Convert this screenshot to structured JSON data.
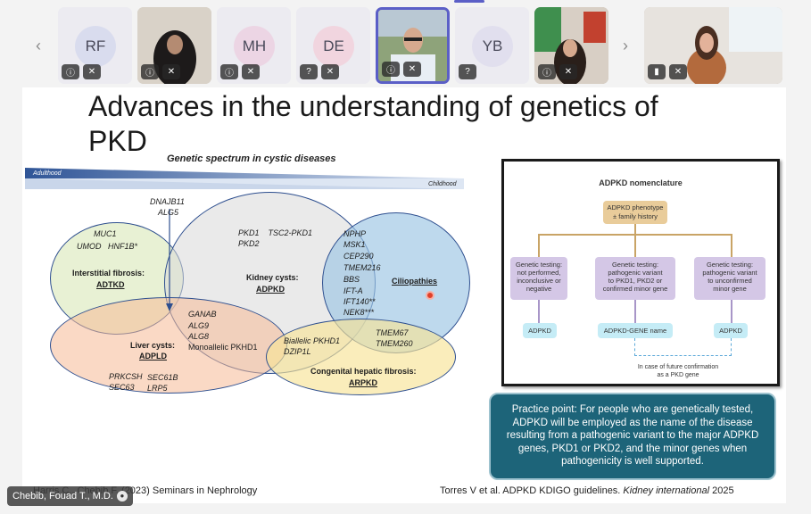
{
  "participants": [
    {
      "initials": "RF",
      "circle_color": "#d9dcee"
    },
    {
      "initials": "",
      "circle_color": ""
    },
    {
      "initials": "MH",
      "circle_color": "#ecd5e4"
    },
    {
      "initials": "DE",
      "circle_color": "#f1d5df"
    },
    {
      "initials": "",
      "circle_color": ""
    },
    {
      "initials": "YB",
      "circle_color": "#e1dfee"
    },
    {
      "initials": "",
      "circle_color": ""
    },
    {
      "initials": "",
      "circle_color": ""
    }
  ],
  "slide": {
    "title": "Advances in the understanding of genetics of PKD",
    "diagram": {
      "title": "Genetic spectrum in cystic diseases",
      "adulthood": "Adulthood",
      "childhood": "Childhood",
      "dnajb11": "DNAJB11",
      "alg5": "ALG5",
      "muc1": "MUC1",
      "umod_hnf": "UMOD   HNF1B*",
      "interstitial": "Interstitial fibrosis:",
      "adtkd": "ADTKD",
      "pkd1": "PKD1    TSC2-PKD1",
      "pkd2": "PKD2",
      "kidney_cysts": "Kidney cysts:",
      "adpkd": "ADPKD",
      "cilio_genes": [
        "NPHP",
        "MSK1",
        "CEP290",
        "TMEM216",
        "BBS",
        "IFT-A",
        "IFT140**",
        "NEK8***"
      ],
      "ciliopathies": "Ciliopathies",
      "ganab": "GANAB",
      "alg9": "ALG9",
      "alg8": "ALG8",
      "mono": "Monoallelic PKHD1",
      "liver_cysts": "Liver cysts:",
      "adpld": "ADPLD",
      "prkcsh": "PRKCSH",
      "sec63": "SEC63",
      "sec61b": "SEC61B",
      "lrp5": "LRP5",
      "biallelic": "Biallelic PKHD1",
      "dzip1l": "DZIP1L",
      "tmem67": "TMEM67",
      "tmem260": "TMEM260",
      "congenital": "Congenital hepatic fibrosis:",
      "arpkd": "ARPKD"
    },
    "nomenclature": {
      "title": "ADPKD nomenclature",
      "phenotype": "ADPKD phenotype\n± family history",
      "testing": [
        "Genetic testing:\nnot performed,\ninconclusive or\nnegative",
        "Genetic testing:\npathogenic variant\nto PKD1, PKD2 or\nconfirmed minor gene",
        "Genetic testing:\npathogenic variant\nto unconfirmed\nminor gene"
      ],
      "results": [
        "ADPKD",
        "ADPKD-GENE name",
        "ADPKD"
      ],
      "future": "In case of future confirmation\nas a PKD gene"
    },
    "practice_point": "Practice point:  For people who are genetically tested, ADPKD will be employed as the name of the disease resulting from a pathogenic variant to the major ADPKD genes, PKD1 or PKD2, and the minor genes when pathogenicity is well supported.",
    "citation_left": "Harris C., Chebib F. (2023) Seminars in Nephrology",
    "citation_right_main": "Torres V et al. ADPKD KDIGO guidelines. ",
    "citation_right_journal": "Kidney international",
    "citation_right_year": " 2025"
  },
  "speaker": {
    "name": "Chebib, Fouad T., M.D."
  }
}
